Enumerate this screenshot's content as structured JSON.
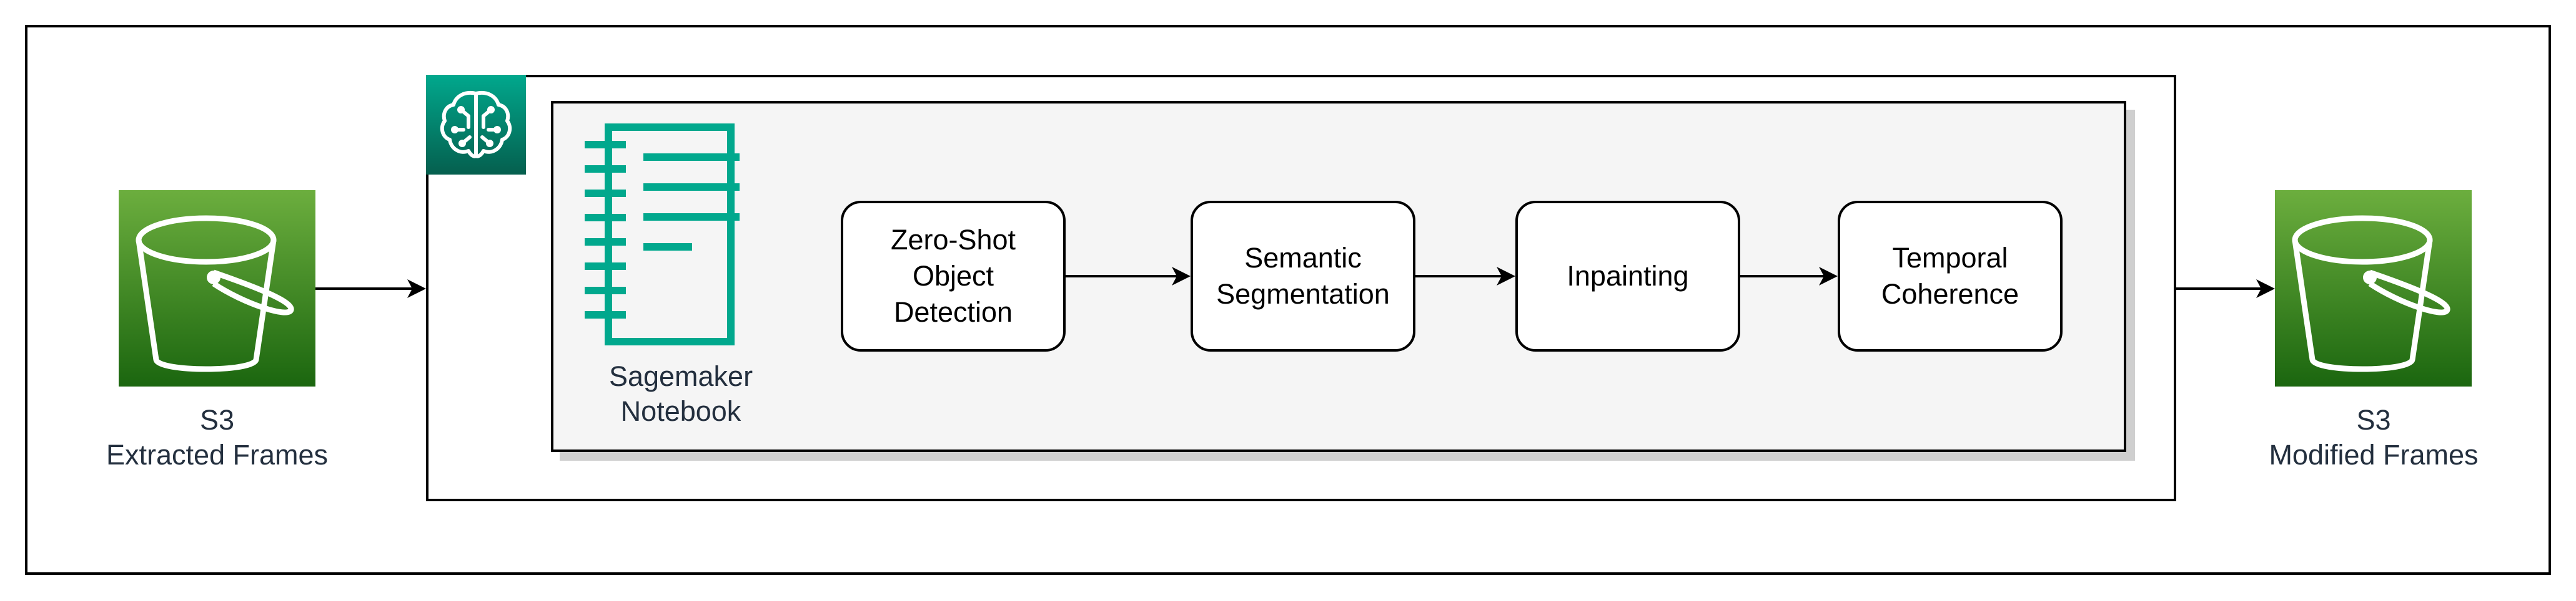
{
  "source": {
    "line1": "S3",
    "line2": "Extracted Frames",
    "icon": "s3-bucket-icon",
    "color_top": "#6cae3e",
    "color_bottom": "#1b660f"
  },
  "destination": {
    "line1": "S3",
    "line2": "Modified Frames",
    "icon": "s3-bucket-icon"
  },
  "sagemaker": {
    "badge_icon": "sagemaker-brain-icon",
    "badge_color": "#01a88d",
    "notebook_icon": "notebook-icon",
    "notebook_label_line1": "Sagemaker",
    "notebook_label_line2": "Notebook"
  },
  "steps": [
    {
      "lines": [
        "Zero-Shot",
        "Object",
        "Detection"
      ]
    },
    {
      "lines": [
        "Semantic",
        "Segmentation"
      ]
    },
    {
      "lines": [
        "Inpainting"
      ]
    },
    {
      "lines": [
        "Temporal",
        "Coherence"
      ]
    }
  ]
}
